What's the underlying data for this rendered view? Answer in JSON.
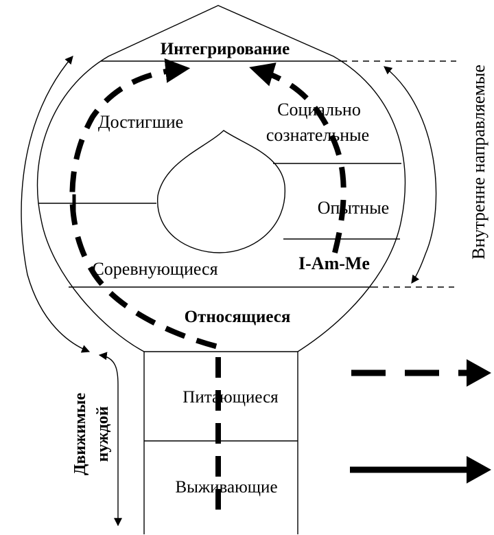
{
  "diagram": {
    "levels": {
      "integrating": "Интегрирование",
      "achievers": "Достигшие",
      "socially_conscious_1": "Социально",
      "socially_conscious_2": "сознательные",
      "experiential": "Опытные",
      "emulators": "Соревнующиеся",
      "i_am_me": "I-Am-Me",
      "belongers": "Относящиеся",
      "sustainers": "Питающиеся",
      "survivors": "Выживающие"
    },
    "side_labels": {
      "inner_directed": "Внутренне направляемые",
      "need_driven_1": "Движимые",
      "need_driven_2": "нуждой"
    },
    "colors": {
      "ink": "#000000",
      "background": "#ffffff"
    }
  }
}
